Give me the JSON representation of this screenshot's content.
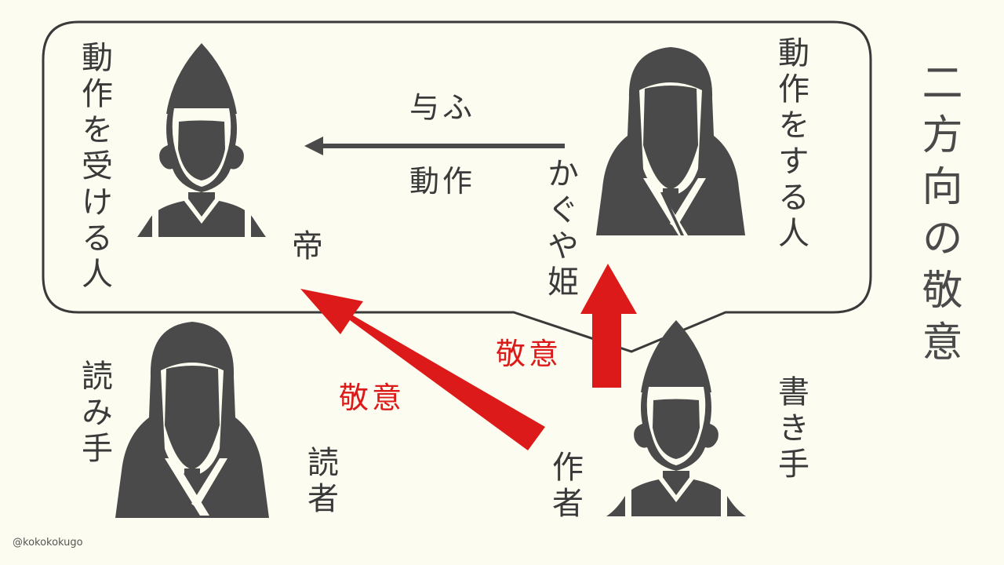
{
  "title": "二方向の敬意",
  "action": {
    "verb": "与ふ",
    "label": "動作"
  },
  "receiver": {
    "role": "動作を受ける人",
    "name": "帝"
  },
  "doer": {
    "role": "動作をする人",
    "name": "かぐや姫"
  },
  "reader": {
    "role": "読み手",
    "name": "読者"
  },
  "writer": {
    "role": "書き手",
    "name": "作者"
  },
  "respect_label": "敬意",
  "credit": "@kokokokugo",
  "colors": {
    "background": "#fcfcf0",
    "figure": "#4a4a4a",
    "accent": "#dd1a1a",
    "text": "#3a3a3a"
  }
}
